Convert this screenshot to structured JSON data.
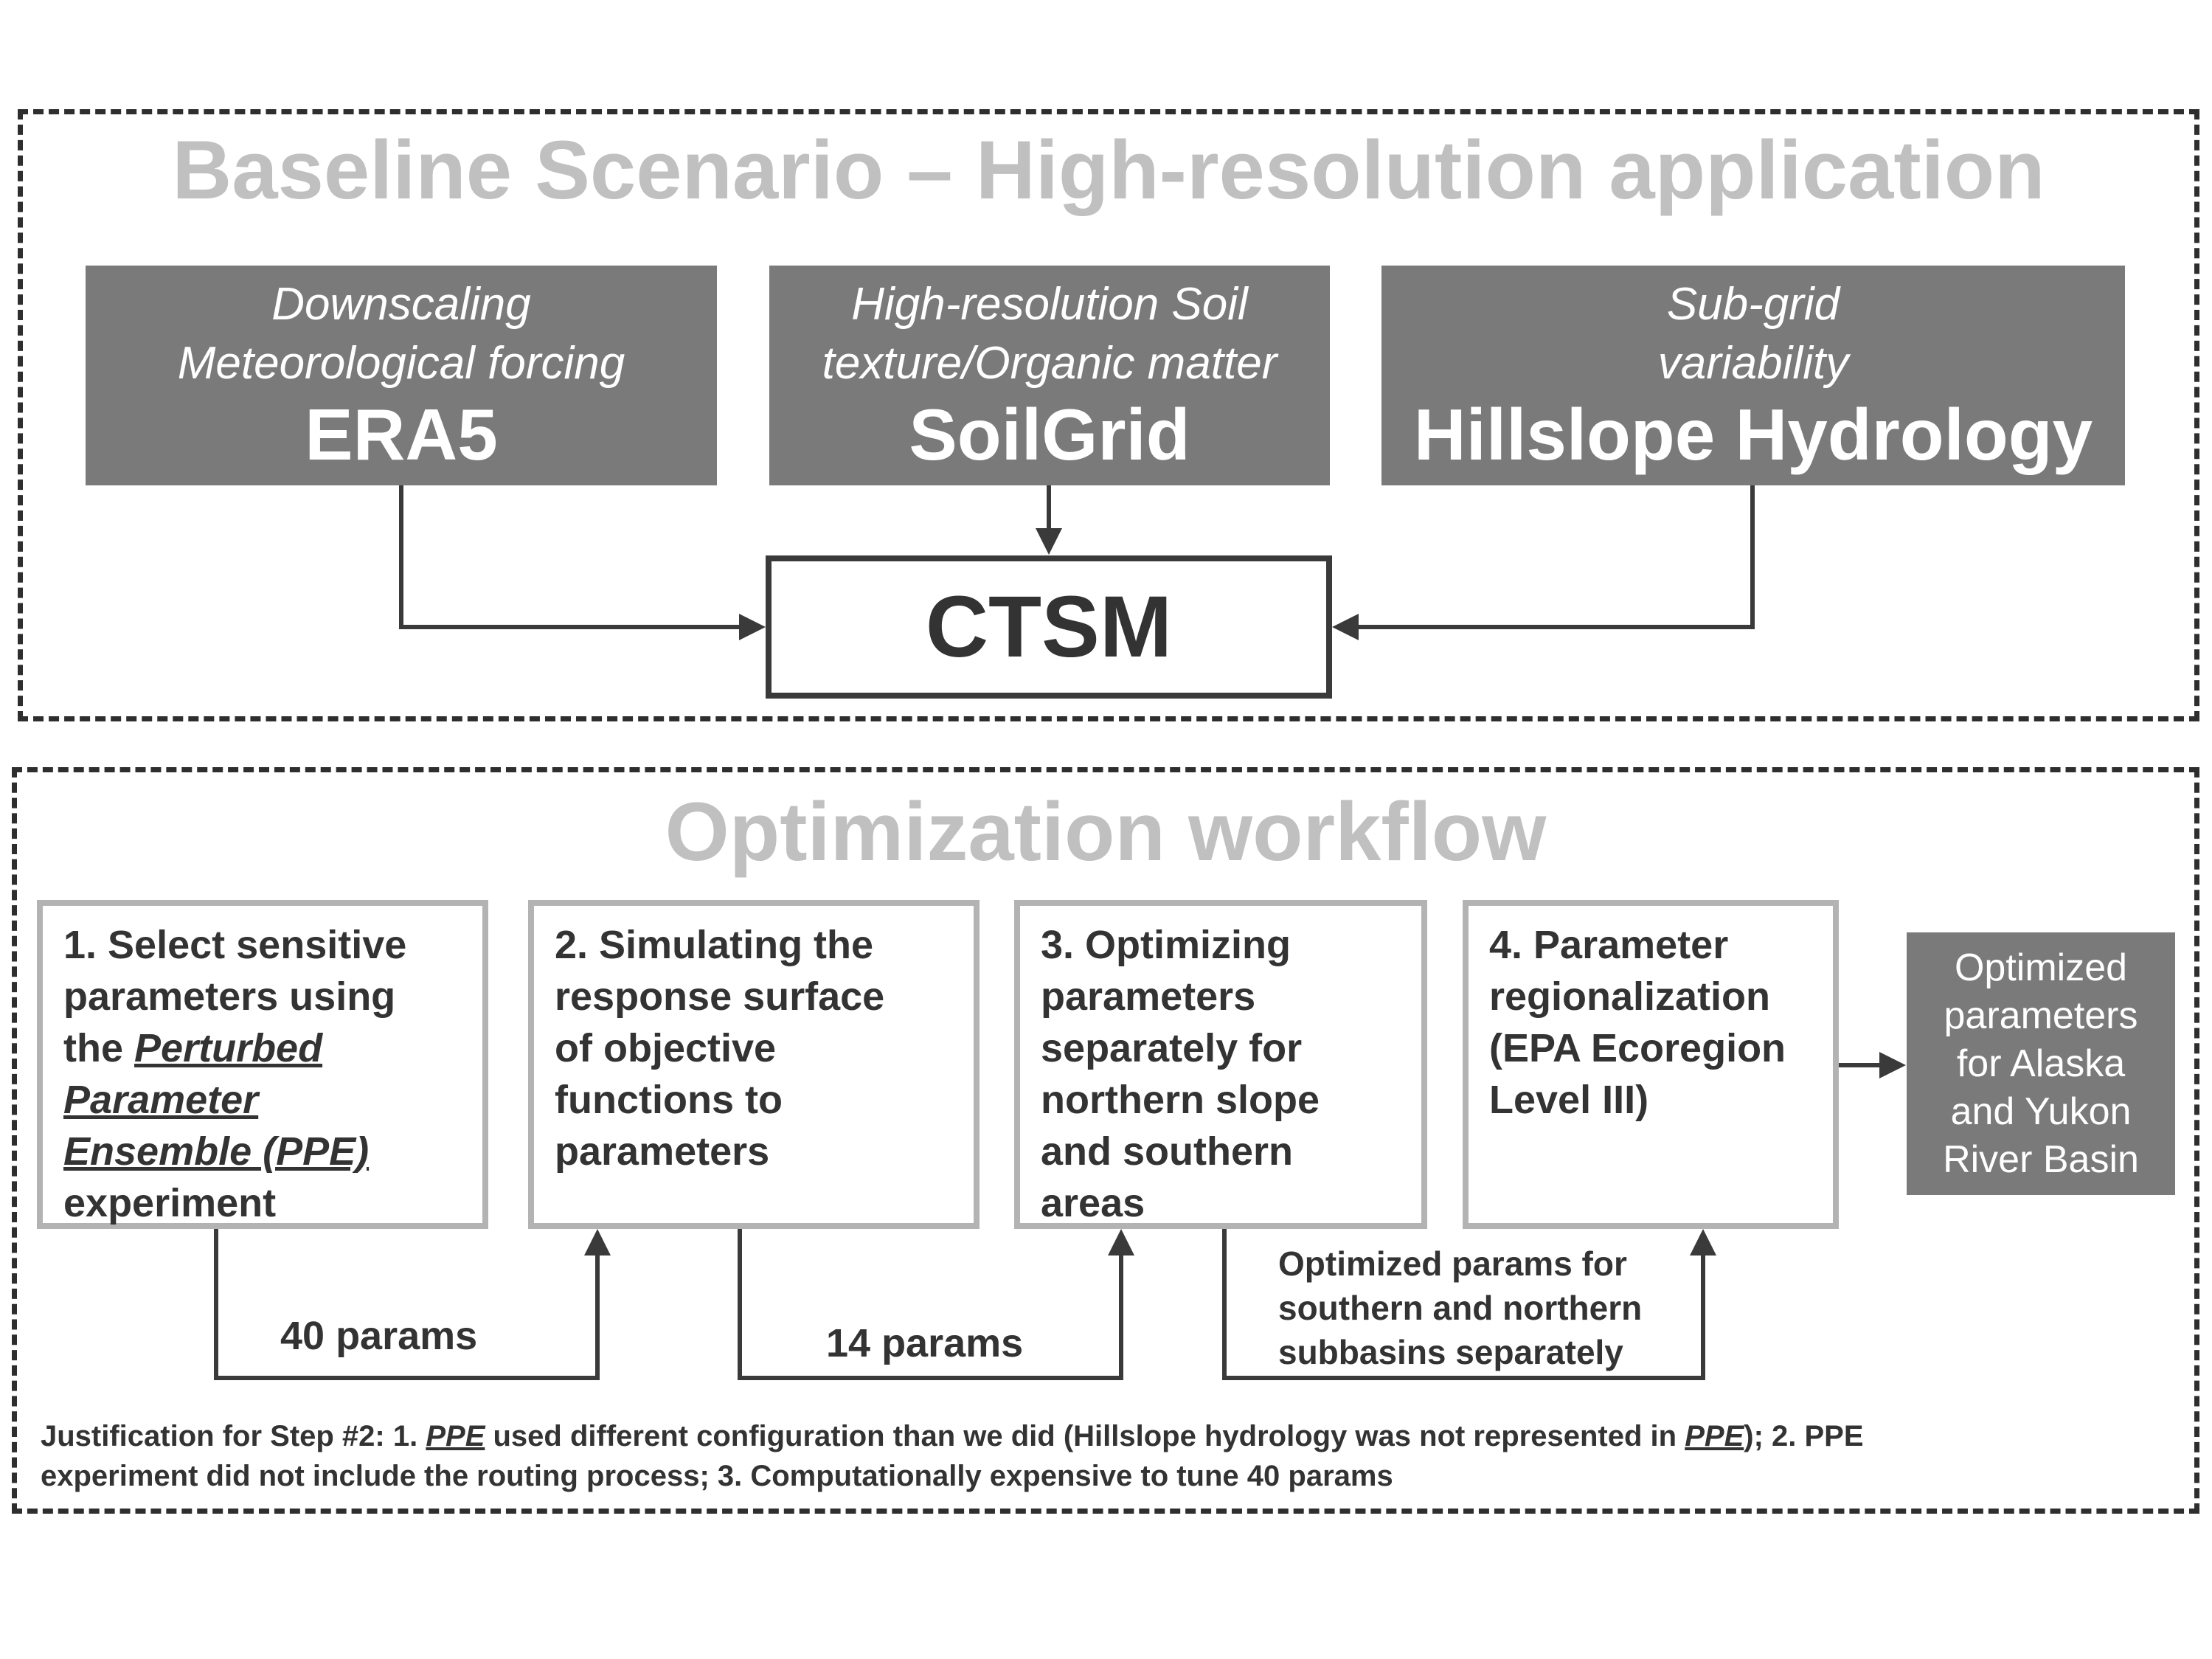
{
  "baseline": {
    "title": "Baseline Scenario – High-resolution application",
    "sources": [
      {
        "line1": "Downscaling",
        "line2": "Meteorological forcing",
        "name": "ERA5"
      },
      {
        "line1": "High-resolution Soil",
        "line2": "texture/Organic matter",
        "name": "SoilGrid"
      },
      {
        "line1": "Sub-grid",
        "line2": "variability",
        "name": "Hillslope Hydrology"
      }
    ],
    "model": "CTSM"
  },
  "optimization": {
    "title": "Optimization workflow",
    "step1": {
      "line1": "1. Select sensitive",
      "line2": "parameters using",
      "line3_prefix": "the ",
      "line3_emph": "Perturbed",
      "line4_emph": "Parameter",
      "line5_emph": "Ensemble (PPE)",
      "line6": "experiment"
    },
    "step2": {
      "lines": [
        "2. Simulating the",
        "response surface",
        "of objective",
        "functions to",
        "parameters"
      ]
    },
    "step3": {
      "lines": [
        "3. Optimizing",
        "parameters",
        "separately for",
        "northern slope",
        "and southern",
        "areas"
      ]
    },
    "step4": {
      "lines": [
        "4. Parameter",
        "regionalization",
        "(EPA Ecoregion",
        "Level III)"
      ]
    },
    "result": {
      "lines": [
        "Optimized",
        "parameters",
        "for Alaska",
        "and Yukon",
        "River Basin"
      ]
    },
    "connectors": {
      "label_1_2": "40 params",
      "label_2_3": "14 params",
      "label_3_4_lines": [
        "Optimized params for",
        "southern and northern",
        "subbasins separately"
      ]
    },
    "note": {
      "part1": "Justification for Step #2: 1. ",
      "ppe1": "PPE",
      "part2": " used different configuration than we did (Hillslope hydrology was not represented in ",
      "ppe2": "PPE",
      "part3": "); 2. PPE",
      "line2": "experiment did not include the routing process;  3. Computationally expensive to tune 40 params"
    }
  },
  "colors": {
    "title_gray": "#c0c0c0",
    "source_fill": "#7a7a7a",
    "step_border": "#b3b3b3",
    "line_dark": "#3a3a3a",
    "text_dark": "#333333"
  }
}
